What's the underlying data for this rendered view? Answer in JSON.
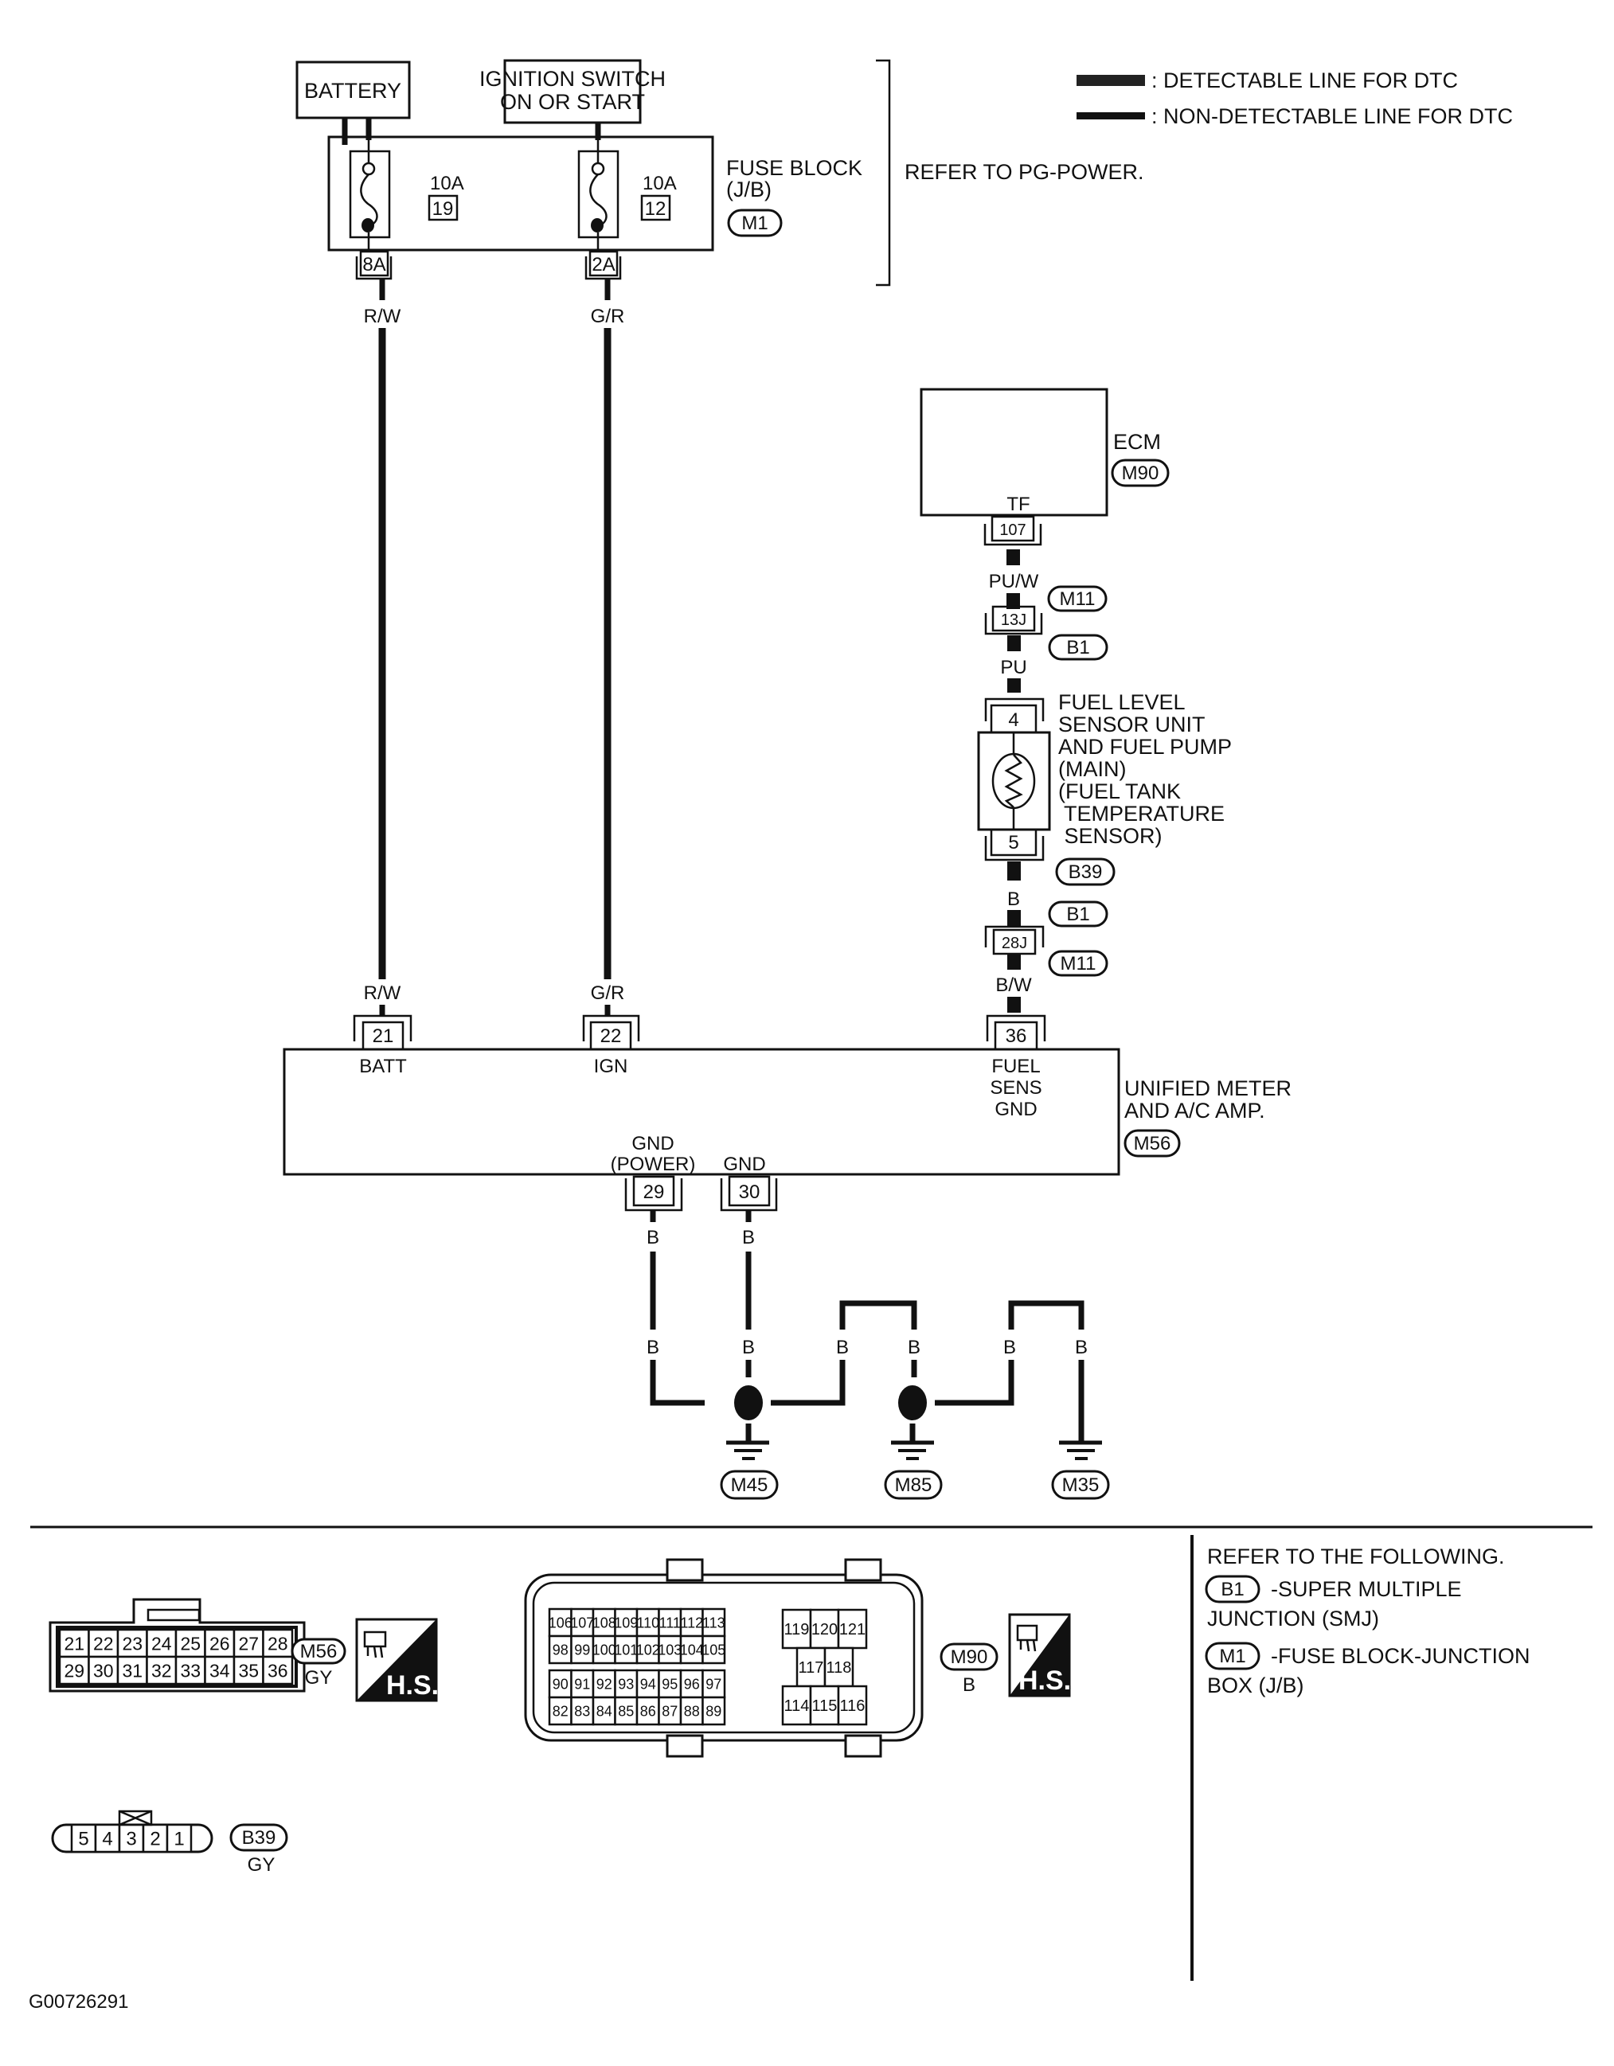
{
  "legend": {
    "detectable": ": DETECTABLE LINE FOR DTC",
    "non_detectable": ": NON-DETECTABLE LINE FOR DTC"
  },
  "power": {
    "battery": "BATTERY",
    "ignition_line1": "IGNITION SWITCH",
    "ignition_line2": "ON OR START",
    "refer": "REFER TO PG-POWER."
  },
  "fuse_block": {
    "label_line1": "FUSE BLOCK",
    "label_line2": "(J/B)",
    "connector": "M1",
    "fuses": [
      {
        "amp": "10A",
        "number": "19",
        "terminal": "8A",
        "wire": "R/W"
      },
      {
        "amp": "10A",
        "number": "12",
        "terminal": "2A",
        "wire": "G/R"
      }
    ]
  },
  "ecm": {
    "label": "ECM",
    "connector": "M90",
    "pin_label": "TF",
    "terminal": "107",
    "wire": "PU/W"
  },
  "junction_upper": {
    "terminal": "13J",
    "conn_a": "M11",
    "conn_b": "B1",
    "wire_out": "PU"
  },
  "fuel_sensor": {
    "label_lines": [
      "FUEL LEVEL",
      "SENSOR UNIT",
      "AND FUEL PUMP",
      "(MAIN)",
      "(FUEL TANK",
      " TEMPERATURE",
      " SENSOR)"
    ],
    "terminal_top": "4",
    "terminal_bottom": "5",
    "connector": "B39",
    "wire_out": "B"
  },
  "junction_lower": {
    "terminal": "28J",
    "conn_a": "B1",
    "conn_b": "M11",
    "wire_out": "B/W"
  },
  "meter": {
    "label_line1": "UNIFIED METER",
    "label_line2": "AND A/C AMP.",
    "connector": "M56",
    "pins": [
      {
        "terminal": "21",
        "name": "BATT",
        "wire": "R/W"
      },
      {
        "terminal": "22",
        "name": "IGN",
        "wire": "G/R"
      },
      {
        "terminal": "36",
        "name_lines": [
          "FUEL",
          "SENS",
          "GND"
        ],
        "wire": "B/W"
      }
    ],
    "ground_pins": [
      {
        "terminal": "29",
        "name_line1": "GND",
        "name_line2": "(POWER)",
        "wire": "B"
      },
      {
        "terminal": "30",
        "name_line1": "GND",
        "wire": "B"
      }
    ]
  },
  "grounds": {
    "wire": "B",
    "points": [
      "M45",
      "M85",
      "M35"
    ]
  },
  "connectors": {
    "m56": {
      "id": "M56",
      "color": "GY",
      "row1": [
        "21",
        "22",
        "23",
        "24",
        "25",
        "26",
        "27",
        "28"
      ],
      "row2": [
        "29",
        "30",
        "31",
        "32",
        "33",
        "34",
        "35",
        "36"
      ]
    },
    "m90": {
      "id": "M90",
      "color": "B",
      "block_a_row1": [
        "106",
        "107",
        "108",
        "109",
        "110",
        "111",
        "112",
        "113"
      ],
      "block_a_row2": [
        "98",
        "99",
        "100",
        "101",
        "102",
        "103",
        "104",
        "105"
      ],
      "block_b_row1": [
        "90",
        "91",
        "92",
        "93",
        "94",
        "95",
        "96",
        "97"
      ],
      "block_b_row2": [
        "82",
        "83",
        "84",
        "85",
        "86",
        "87",
        "88",
        "89"
      ],
      "block_c_top": [
        "119",
        "120",
        "121"
      ],
      "block_c_mid": [
        "117",
        "118"
      ],
      "block_c_bot": [
        "114",
        "115",
        "116"
      ]
    },
    "b39": {
      "id": "B39",
      "color": "GY",
      "pins": [
        "5",
        "4",
        "3",
        "2",
        "1"
      ]
    },
    "hs_label": "H.S."
  },
  "reference": {
    "title": "REFER TO THE FOLLOWING.",
    "items": [
      {
        "conn": "B1",
        "line1": "-SUPER MULTIPLE",
        "line2": "JUNCTION (SMJ)"
      },
      {
        "conn": "M1",
        "line1": "-FUSE BLOCK-JUNCTION",
        "line2": "BOX (J/B)"
      }
    ]
  },
  "figure_id": "G00726291"
}
